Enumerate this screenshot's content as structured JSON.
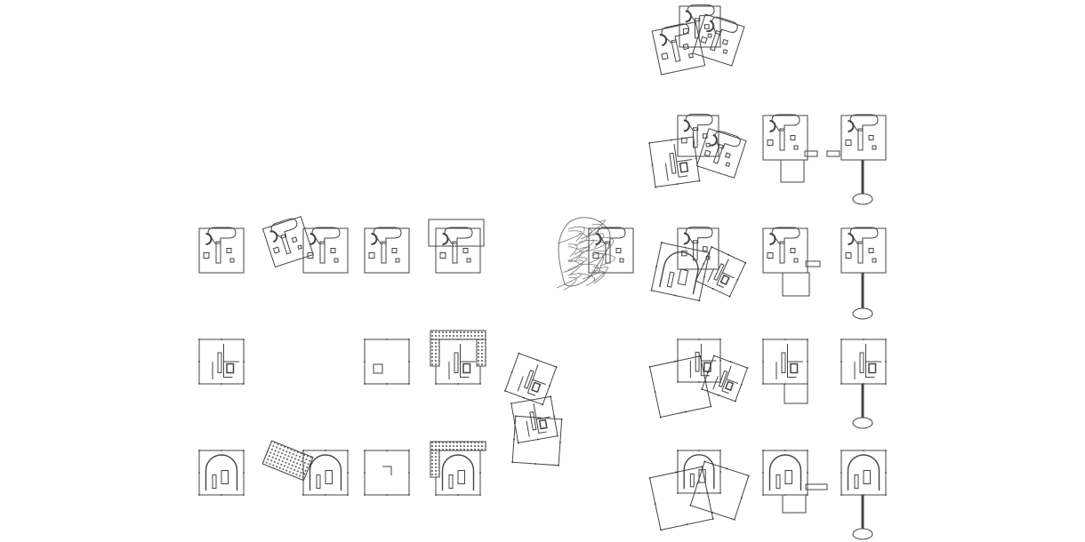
{
  "drawing": {
    "kind": "architectural plan comparison sheet",
    "line_color": "#444444",
    "scribble_color": "#777777",
    "hatch_color": "#666666",
    "background": "#ffffff"
  },
  "groups": {
    "left_grid": {
      "rows": 3,
      "cols": 4,
      "empty_cells": [
        "row2-col2"
      ]
    },
    "middle_collage": {
      "description_visible": false
    },
    "right_column": {
      "rows": 5
    }
  }
}
